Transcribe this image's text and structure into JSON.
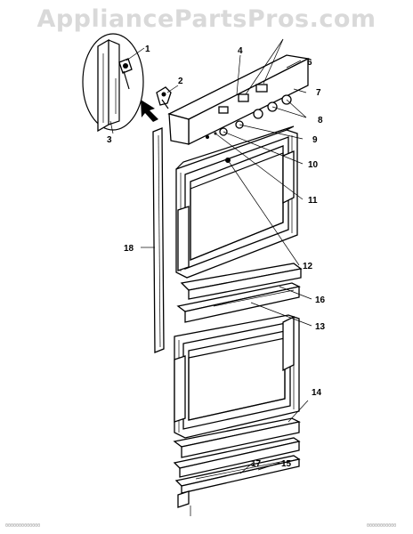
{
  "watermark": "AppliancePartsPros.com",
  "callouts": {
    "c1": "1",
    "c2": "2",
    "c3": "3",
    "c4": "4",
    "c6": "6",
    "c7": "7",
    "c8": "8",
    "c9": "9",
    "c10": "10",
    "c11": "11",
    "c12": "12",
    "c13": "13",
    "c14": "14",
    "c15": "15",
    "c16": "16",
    "c17": "17",
    "c18": "18"
  },
  "footer": {
    "left": "0000000000000",
    "right": "00000000000"
  },
  "colors": {
    "line": "#000000",
    "watermark": "#d9d9d9",
    "background": "#ffffff"
  }
}
